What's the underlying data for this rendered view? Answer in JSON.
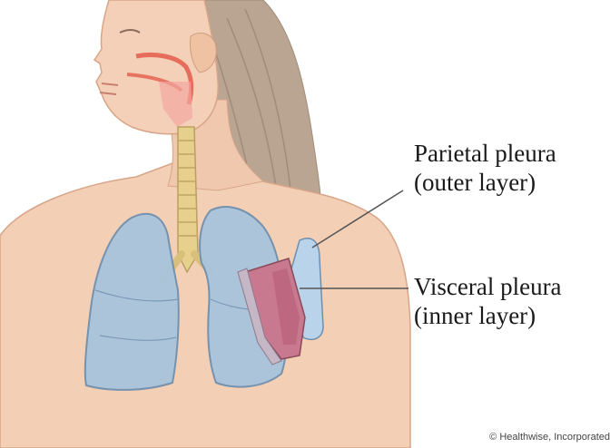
{
  "labels": {
    "parietal": {
      "line1": "Parietal pleura",
      "line2": "(outer layer)"
    },
    "visceral": {
      "line1": "Visceral pleura",
      "line2": "(inner layer)"
    }
  },
  "credit": "© Healthwise, Incorporated",
  "colors": {
    "skin": "#f3cfb6",
    "skin_shadow": "#e7b495",
    "hair": "#b9a591",
    "lung": "#a9c4dc",
    "lung_outline": "#6f8fae",
    "trachea": "#e7d08d",
    "pleura_outer": "#b8d3ea",
    "pleura_inner": "#c8798f",
    "airway_red": "#e35c4b"
  }
}
